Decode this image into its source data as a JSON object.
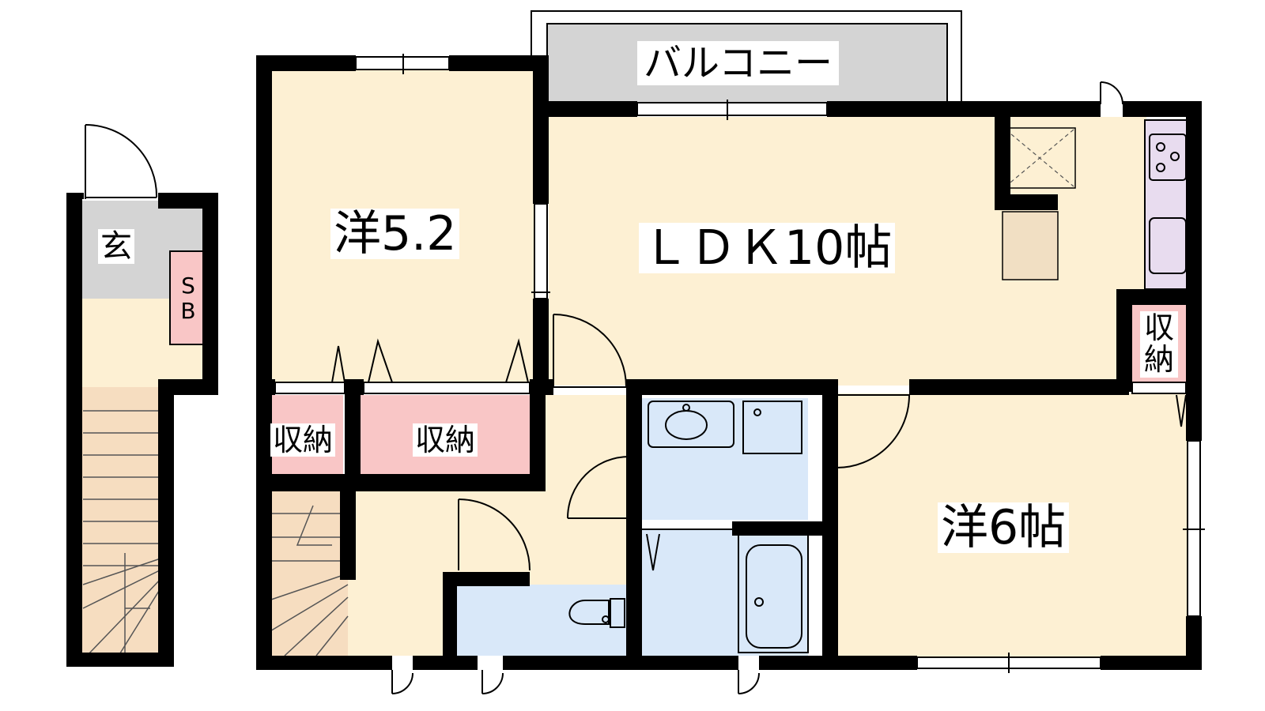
{
  "plan": {
    "rooms": {
      "western_room_1": "洋5.2",
      "ldk": "ＬＤＫ10帖",
      "western_room_2": "洋6帖",
      "entrance": "玄",
      "shoe_box": "SB",
      "balcony": "バルコニー",
      "storage_1": "収納",
      "storage_2": "収納",
      "storage_3": "収納"
    },
    "colors": {
      "room_floor": "#fdf0d3",
      "wet_area": "#d9e8f9",
      "storage": "#f9c6c6",
      "balcony": "#d4d4d4",
      "entrance": "#d4d4d4",
      "kitchen_counter": "#e8dcef",
      "wall": "#000000"
    }
  }
}
